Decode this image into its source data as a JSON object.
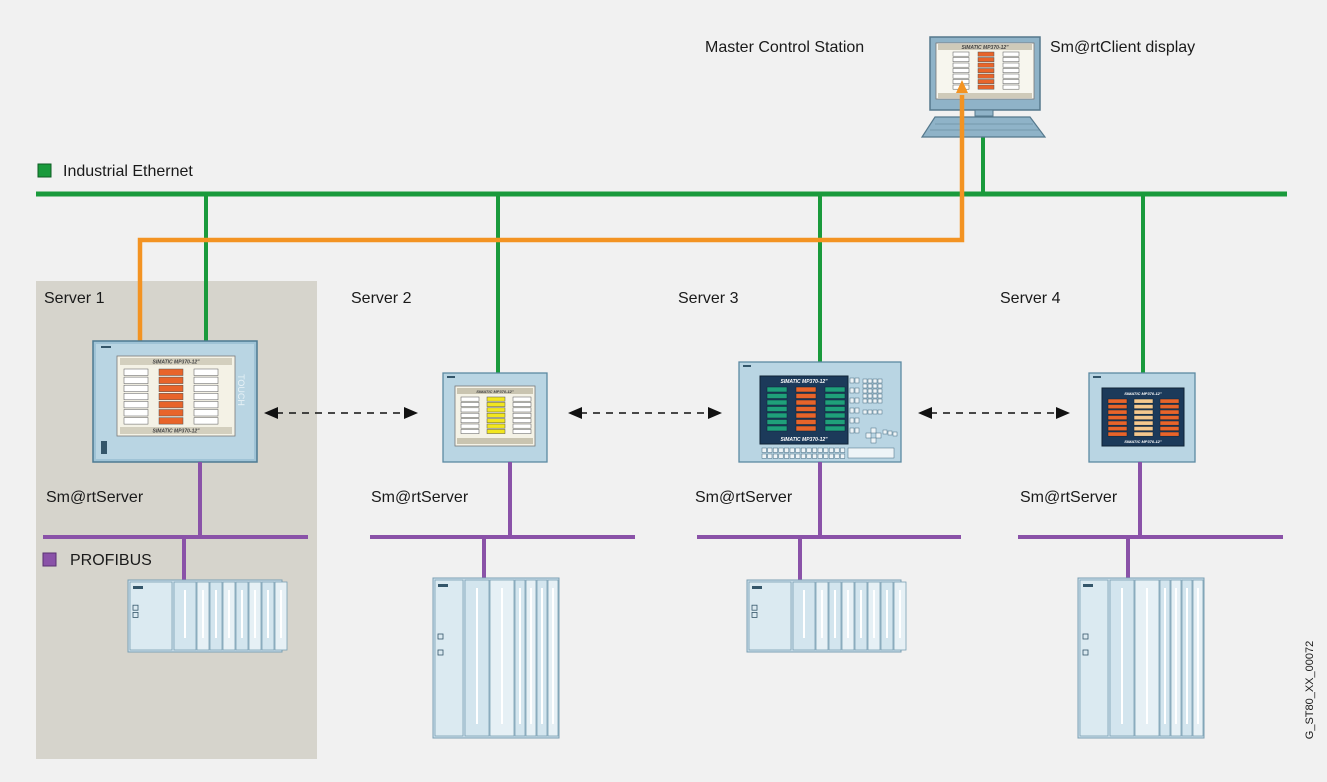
{
  "labels": {
    "master_station": "Master Control Station",
    "client_display": "Sm@rtClient display",
    "ethernet": "Industrial Ethernet",
    "profibus": "PROFIBUS",
    "code": "G_ST80_XX_00072"
  },
  "servers": [
    {
      "name": "Server 1",
      "role": "Sm@rtServer",
      "panel_text": "SIMATIC MP370-12\"",
      "side_text": "TOUCH"
    },
    {
      "name": "Server 2",
      "role": "Sm@rtServer",
      "panel_text": "SIMATIC MP370-12\""
    },
    {
      "name": "Server 3",
      "role": "Sm@rtServer",
      "panel_text": "SIMATIC MP370-12\""
    },
    {
      "name": "Server 4",
      "role": "Sm@rtServer",
      "panel_text": "SIMATIC MP370-12\""
    }
  ],
  "client_panel_text": "SIMATIC MP370-12\"",
  "colors": {
    "ethernet": "#1a9a3c",
    "profibus": "#8a52a8",
    "remote_access": "#f39322",
    "server1_zone": "#d6d4cc",
    "background": "#f1f1f1"
  }
}
